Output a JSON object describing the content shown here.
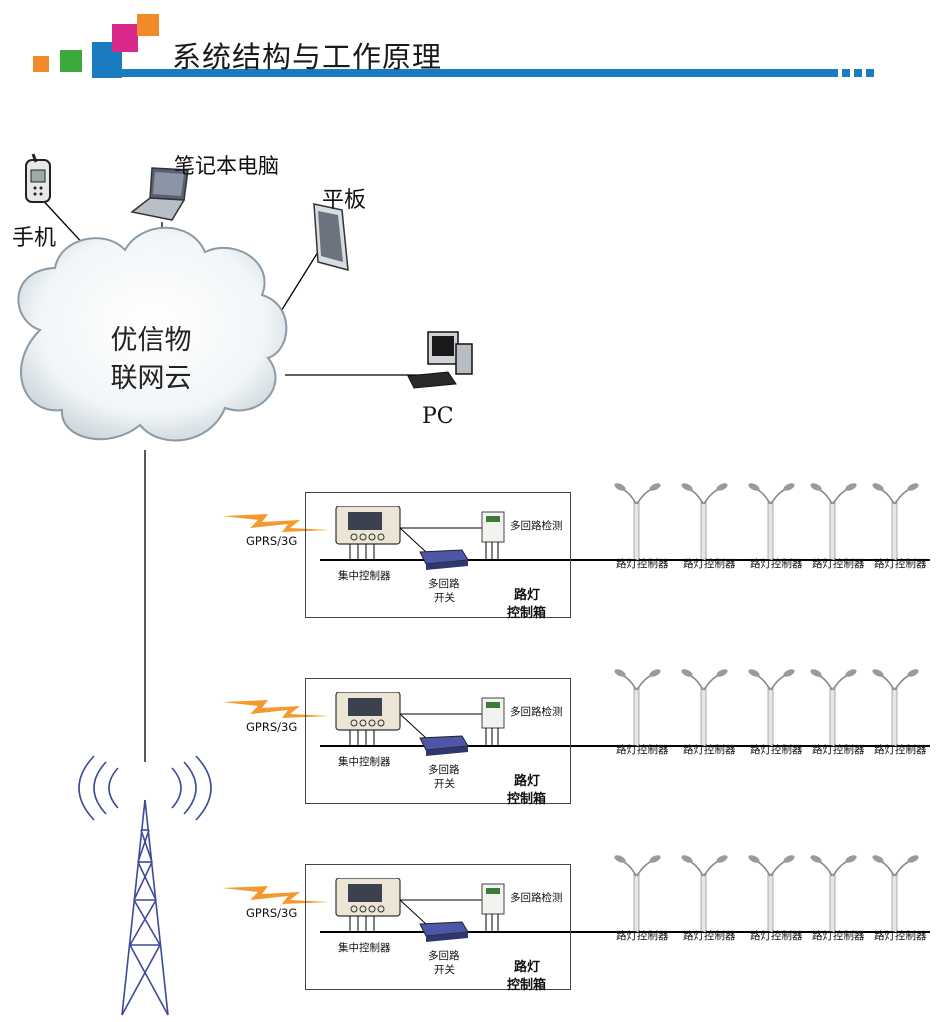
{
  "header": {
    "title": "系统结构与工作原理"
  },
  "devices": {
    "phone": "手机",
    "laptop": "笔记本电脑",
    "tablet": "平板",
    "pc": "PC",
    "cloud_line1": "优信物",
    "cloud_line2": "联网云"
  },
  "rows": [
    {
      "signal": "GPRS/3G",
      "concentrator": "集中控制器",
      "switch_line1": "多回路",
      "switch_line2": "开关",
      "detect": "多回路检测",
      "box_line1": "路灯",
      "box_line2": "控制箱",
      "lamps": [
        "路灯控制器",
        "路灯控制器",
        "路灯控制器",
        "路灯控制器",
        "路灯控制器"
      ]
    },
    {
      "signal": "GPRS/3G",
      "concentrator": "集中控制器",
      "switch_line1": "多回路",
      "switch_line2": "开关",
      "detect": "多回路检测",
      "box_line1": "路灯",
      "box_line2": "控制箱",
      "lamps": [
        "路灯控制器",
        "路灯控制器",
        "路灯控制器",
        "路灯控制器",
        "路灯控制器"
      ]
    },
    {
      "signal": "GPRS/3G",
      "concentrator": "集中控制器",
      "switch_line1": "多回路",
      "switch_line2": "开关",
      "detect": "多回路检测",
      "box_line1": "路灯",
      "box_line2": "控制箱",
      "lamps": [
        "路灯控制器",
        "路灯控制器",
        "路灯控制器",
        "路灯控制器",
        "路灯控制器"
      ]
    }
  ],
  "colors": {
    "header_bar": "#1b7bbf",
    "orange": "#f08a2a",
    "green": "#3aab3a",
    "magenta": "#d9298a",
    "tower": "#3d4a9a",
    "signal": "#f39a2e"
  }
}
